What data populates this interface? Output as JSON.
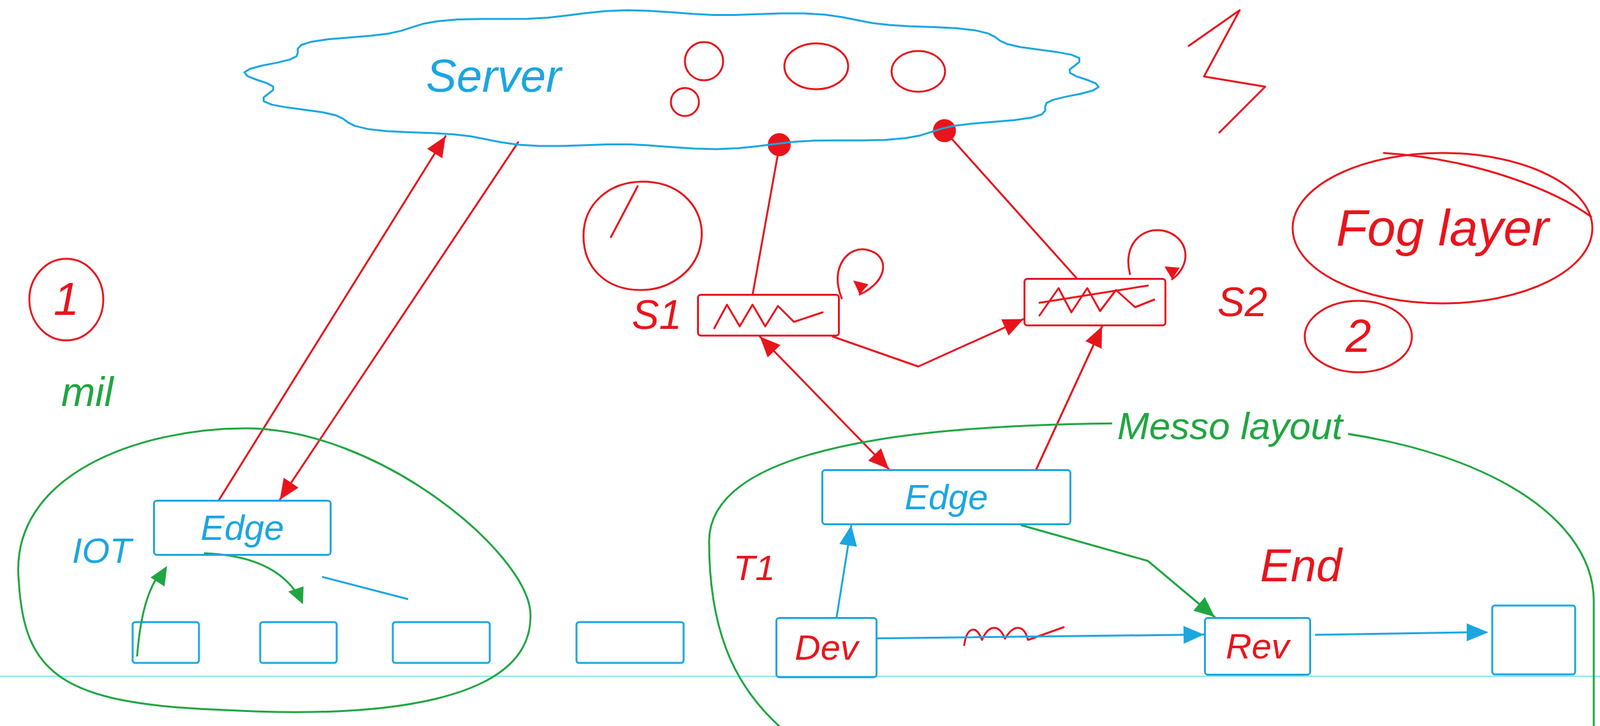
{
  "diagram": {
    "nodes": [
      {
        "text": [
          "Server"
        ]
      },
      {
        "text": [
          "S1"
        ]
      },
      {
        "text": [
          "S2"
        ]
      },
      {
        "text": [
          "IOT"
        ]
      },
      {
        "text": [
          "Edge"
        ],
        "in": 3
      },
      {
        "text": [
          "Messo layout"
        ]
      },
      {
        "text": [
          "Edge"
        ],
        "in": 5
      },
      {
        "text": [
          "Dev"
        ],
        "in": 5
      },
      {
        "text": [
          "Rev"
        ],
        "in": 5
      }
    ],
    "edges": [
      {
        "from": 4,
        "to": 0,
        "arrow": "to"
      },
      {
        "from": 0,
        "to": 4,
        "arrow": "to"
      },
      {
        "from": 1,
        "to": 0,
        "arrow": "none"
      },
      {
        "from": 2,
        "to": 0,
        "arrow": "none"
      },
      {
        "from": 1,
        "to": 2,
        "arrow": "to"
      },
      {
        "from": 1,
        "to": 6,
        "arrow": "both"
      },
      {
        "from": 7,
        "to": 6,
        "arrow": "to"
      },
      {
        "from": 6,
        "to": 2,
        "arrow": "to"
      },
      {
        "from": 7,
        "to": 8,
        "arrow": "to"
      },
      {
        "from": 6,
        "to": 8,
        "arrow": "to"
      }
    ],
    "labels": [
      "Fog layer",
      "1",
      "2",
      "mil",
      "End",
      "T1"
    ]
  }
}
